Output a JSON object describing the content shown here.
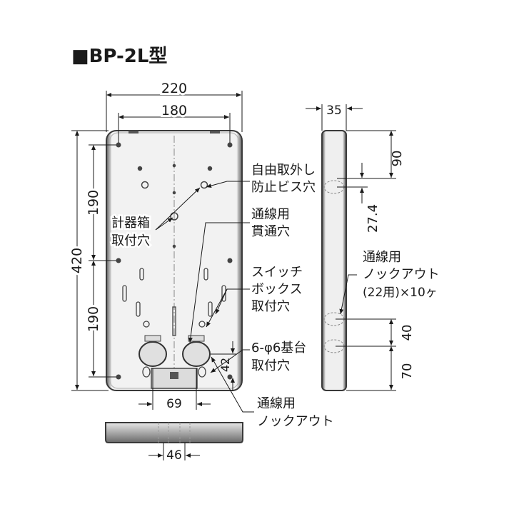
{
  "title": "■BP-2L型",
  "dimensions": {
    "overall_width": "220",
    "mount_width": "180",
    "depth": "35",
    "height": "420",
    "upper_half": "190",
    "lower_half": "190",
    "side_top_offset": "90",
    "side_hole_offset": "27.4",
    "side_ko_spacing": "40",
    "side_ko_bottom": "70",
    "ko_pitch_front": "69",
    "ko_offset_vertical": "42",
    "ko_pitch_bottom": "46"
  },
  "labels": {
    "anti_removal_screw_line1": "自由取外し",
    "anti_removal_screw_line2": "防止ビス穴",
    "meter_box_line1": "計器箱",
    "meter_box_line2": "取付穴",
    "wiring_through_line1": "通線用",
    "wiring_through_line2": "貫通穴",
    "switch_box_line1": "スイッチ",
    "switch_box_line2": "ボックス",
    "switch_box_line3": "取付穴",
    "base_mount_line1": "6-φ6基台",
    "base_mount_line2": "取付穴",
    "knockout_bottom_line1": "通線用",
    "knockout_bottom_line2": "ノックアウト",
    "knockout_side_line1": "通線用",
    "knockout_side_line2": "ノックアウト",
    "knockout_side_line3": "(22用)×10ヶ"
  },
  "colors": {
    "panel_fill": "#ffffff",
    "panel_edge": "#3a3a3a",
    "shade": "#7a7a7a",
    "ink": "#1a1a1a"
  }
}
